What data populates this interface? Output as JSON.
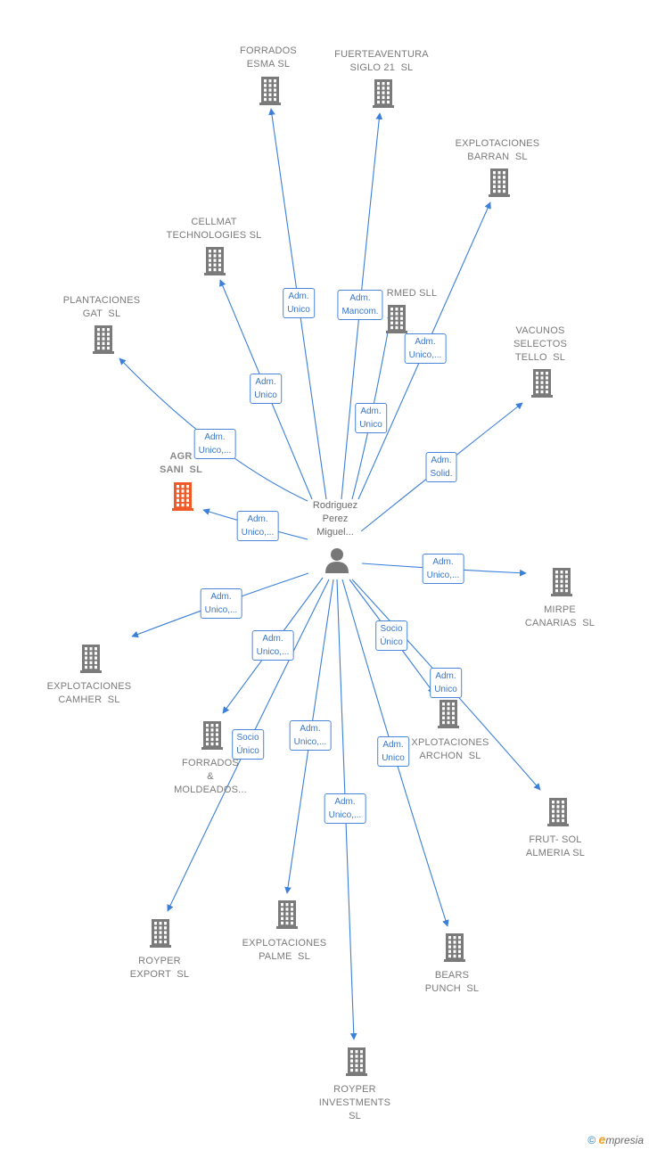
{
  "colors": {
    "edge": "#3a7fd8",
    "building": "#7a7a7a",
    "building_focus": "#f05a28",
    "person": "#777777",
    "label_text": "#3a76c8"
  },
  "person": {
    "name": "Rodriguez\nPerez\nMiguel...",
    "icon": "person-icon"
  },
  "nodes": [
    {
      "id": "forrados-esma",
      "label": "FORRADOS\nESMA SL",
      "icon": "building-icon",
      "focus": false
    },
    {
      "id": "fuerteaventura",
      "label": "FUERTEAVENTURA\nSIGLO 21  SL",
      "icon": "building-icon",
      "focus": false
    },
    {
      "id": "explotaciones-barran",
      "label": "EXPLOTACIONES\nBARRAN  SL",
      "icon": "building-icon",
      "focus": false
    },
    {
      "id": "cellmat",
      "label": "CELLMAT\nTECHNOLOGIES SL",
      "icon": "building-icon",
      "focus": false
    },
    {
      "id": "plantaciones-gat",
      "label": "PLANTACIONES\nGAT  SL",
      "icon": "building-icon",
      "focus": false
    },
    {
      "id": "rmed",
      "label": "RMED SLL",
      "icon": "building-icon",
      "focus": false
    },
    {
      "id": "vacunos",
      "label": "VACUNOS\nSELECTOS\nTELLO  SL",
      "icon": "building-icon",
      "focus": false
    },
    {
      "id": "agr-sani",
      "label": "AGR\nSANI  SL",
      "icon": "building-icon",
      "focus": true
    },
    {
      "id": "mirpe",
      "label": "MIRPE\nCANARIAS  SL",
      "icon": "building-icon",
      "focus": false
    },
    {
      "id": "camher",
      "label": "EXPLOTACIONES\nCAMHER  SL",
      "icon": "building-icon",
      "focus": false
    },
    {
      "id": "forrados-moldeados",
      "label": "FORRADOS\n&\nMOLDEADOS...",
      "icon": "building-icon",
      "focus": false
    },
    {
      "id": "explotaciones-archon",
      "label": "XPLOTACIONES\nARCHON  SL",
      "icon": "building-icon",
      "focus": false
    },
    {
      "id": "frut-sol",
      "label": "FRUT- SOL\nALMERIA SL",
      "icon": "building-icon",
      "focus": false
    },
    {
      "id": "royper-export",
      "label": "ROYPER\nEXPORT  SL",
      "icon": "building-icon",
      "focus": false
    },
    {
      "id": "explotaciones-palme",
      "label": "EXPLOTACIONES\nPALME  SL",
      "icon": "building-icon",
      "focus": false
    },
    {
      "id": "bears-punch",
      "label": "BEARS\nPUNCH  SL",
      "icon": "building-icon",
      "focus": false
    },
    {
      "id": "royper-investments",
      "label": "ROYPER\nINVESTMENTS\nSL",
      "icon": "building-icon",
      "focus": false
    }
  ],
  "edges": [
    {
      "target": "forrados-esma",
      "label": "Adm.\nUnico"
    },
    {
      "target": "fuerteaventura",
      "label": "Adm.\nMancom."
    },
    {
      "target": "explotaciones-barran",
      "label": "Adm.\nUnico,..."
    },
    {
      "target": "cellmat",
      "label": "Adm.\nUnico"
    },
    {
      "target": "plantaciones-gat",
      "label": "Adm.\nUnico,..."
    },
    {
      "target": "rmed",
      "label": "Adm.\nUnico"
    },
    {
      "target": "vacunos",
      "label": "Adm.\nSolid."
    },
    {
      "target": "agr-sani",
      "label": "Adm.\nUnico,..."
    },
    {
      "target": "mirpe",
      "label": "Adm.\nUnico,..."
    },
    {
      "target": "camher",
      "label": "Adm.\nUnico,..."
    },
    {
      "target": "forrados-moldeados",
      "label": "Adm.\nUnico,..."
    },
    {
      "target": "explotaciones-archon",
      "label": "Socio\nÚnico"
    },
    {
      "target": "frut-sol",
      "label": "Adm.\nUnico"
    },
    {
      "target": "royper-export",
      "label": "Socio\nÚnico"
    },
    {
      "target": "explotaciones-palme",
      "label": "Adm.\nUnico,..."
    },
    {
      "target": "bears-punch",
      "label": "Adm.\nUnico"
    },
    {
      "target": "royper-investments",
      "label": "Adm.\nUnico,..."
    }
  ],
  "footer": {
    "copyright": "©",
    "brand_initial": "e",
    "brand_rest": "mpresia"
  }
}
